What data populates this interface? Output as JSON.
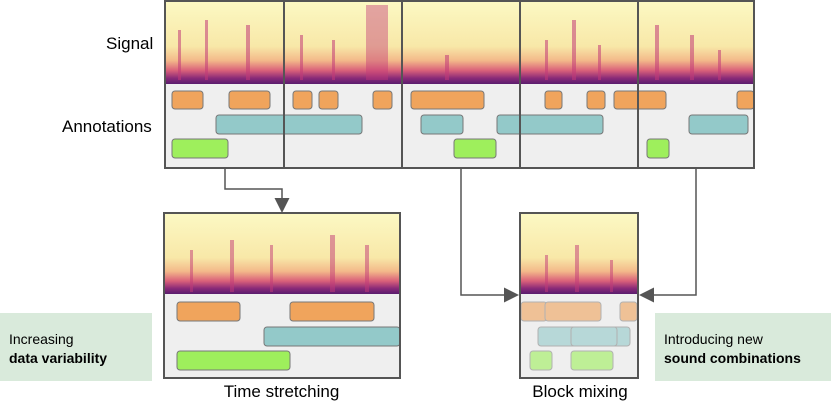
{
  "labels": {
    "signal": "Signal",
    "annotations": "Annotations"
  },
  "captions": {
    "time_stretching": "Time stretching",
    "block_mixing": "Block mixing"
  },
  "notes": {
    "left_line1": "Increasing",
    "left_line2": "data variability",
    "right_line1": "Introducing new",
    "right_line2": "sound combinations"
  },
  "colors": {
    "orange": "#f0a45c",
    "teal": "#93c9c9",
    "green": "#9eef5c",
    "annotation_bg": "#efefef",
    "frame": "#555555",
    "note_bg": "#d9eadb"
  }
}
